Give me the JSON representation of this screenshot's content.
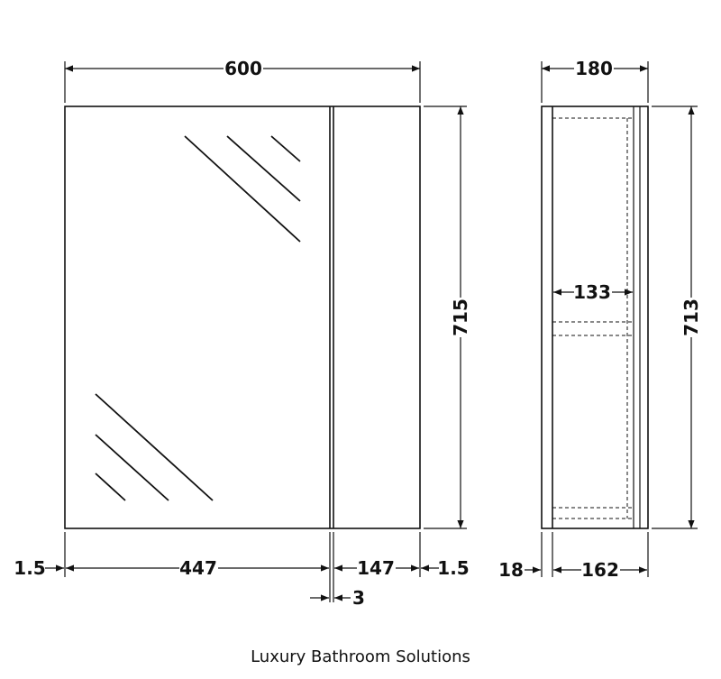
{
  "dimensions": {
    "front_width": "600",
    "front_height": "715",
    "left_margin": "1.5",
    "left_door": "447",
    "right_door": "147",
    "right_margin": "1.5",
    "door_gap": "3",
    "side_depth": "180",
    "side_height": "713",
    "shelf_depth": "133",
    "back_panel": "18",
    "inner_depth": "162"
  },
  "caption": "Luxury Bathroom Solutions"
}
